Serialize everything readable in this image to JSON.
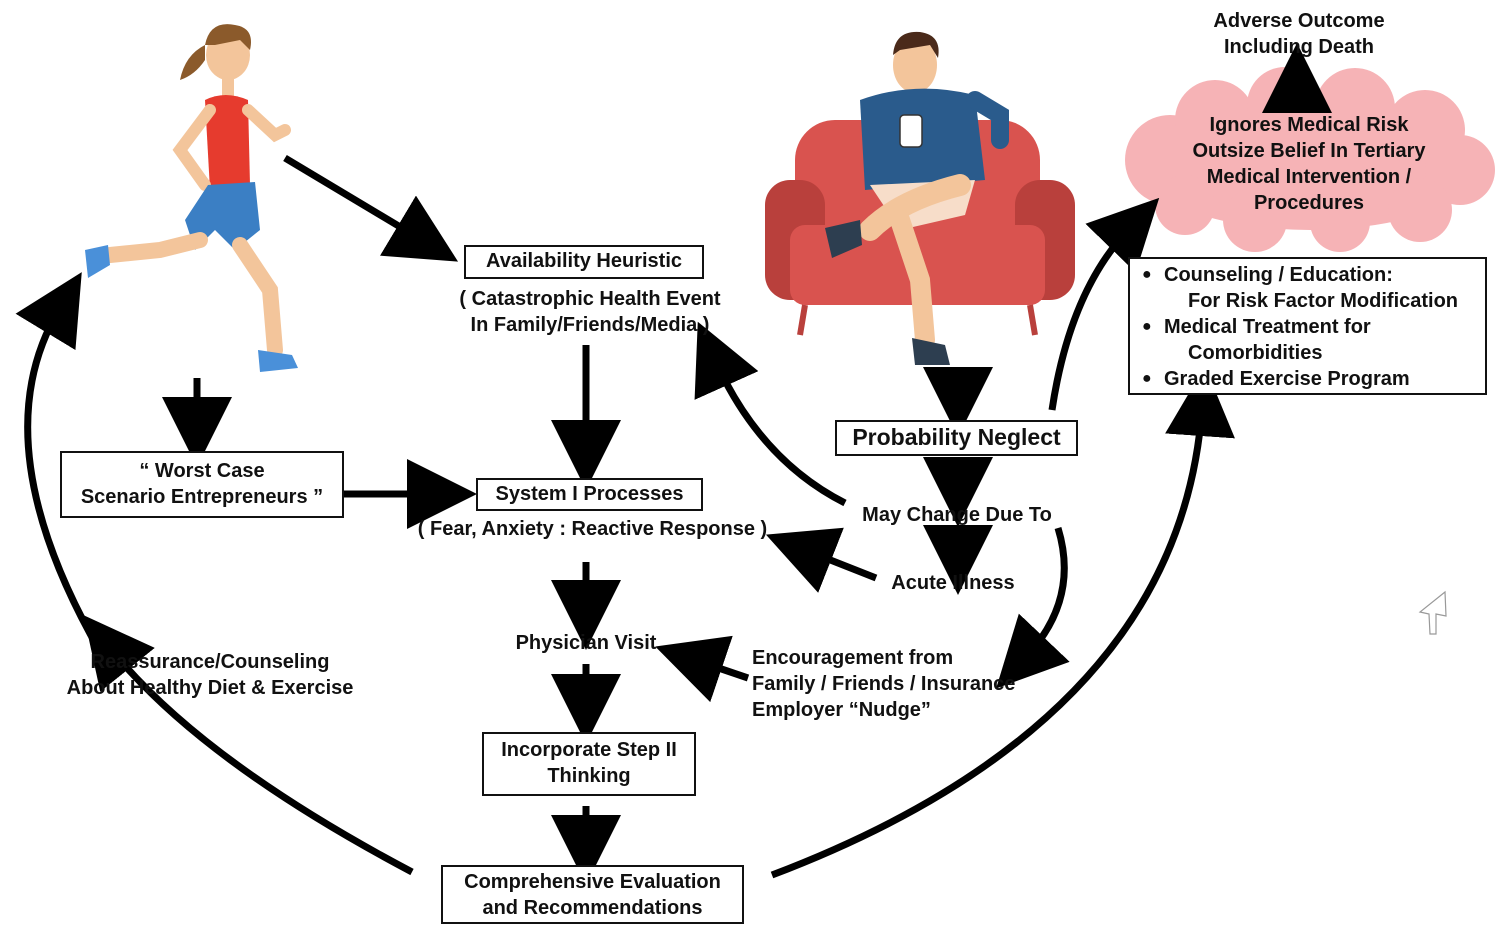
{
  "nodes": {
    "adverse_outcome": [
      "Adverse Outcome",
      "Including Death"
    ],
    "cloud": [
      "Ignores Medical Risk",
      "Outsize Belief In Tertiary",
      "Medical Intervention /",
      "Procedures"
    ],
    "availability_heuristic": "Availability Heuristic",
    "availability_detail": [
      "( Catastrophic Health Event",
      "In Family/Friends/Media )"
    ],
    "worst_case": [
      "“ Worst Case",
      "Scenario Entrepreneurs ”"
    ],
    "system1": "System I Processes",
    "system1_detail": "( Fear, Anxiety : Reactive Response )",
    "probability_neglect": "Probability Neglect",
    "may_change": "May Change Due To",
    "acute_illness": "Acute Illness",
    "physician_visit": "Physician Visit",
    "encouragement": [
      "Encouragement from",
      "Family / Friends / Insurance",
      "Employer “Nudge”"
    ],
    "step2": [
      "Incorporate Step II",
      "Thinking"
    ],
    "comprehensive": [
      "Comprehensive Evaluation",
      "and  Recommendations"
    ],
    "reassurance": [
      "Reassurance/Counseling",
      "About Healthy Diet & Exercise"
    ],
    "counseling_list": [
      [
        "Counseling / Education:",
        "For Risk Factor Modification"
      ],
      [
        "Medical Treatment for",
        "Comorbidities"
      ],
      [
        "Graded Exercise Program"
      ]
    ]
  },
  "colors": {
    "cloud_fill": "#f6b3b6",
    "runner_top": "#e63b2e",
    "runner_shorts": "#3b7fc4",
    "runner_skin": "#f3c59b",
    "runner_hair": "#8b5a2b",
    "couch": "#d9534f",
    "couch_dark": "#b9403c",
    "man_shirt": "#2a5b8c",
    "man_hair": "#4a2a1a",
    "arrow": "#000000"
  },
  "icons": [
    "runner-illustration",
    "couch-man-illustration",
    "cursor-icon"
  ]
}
